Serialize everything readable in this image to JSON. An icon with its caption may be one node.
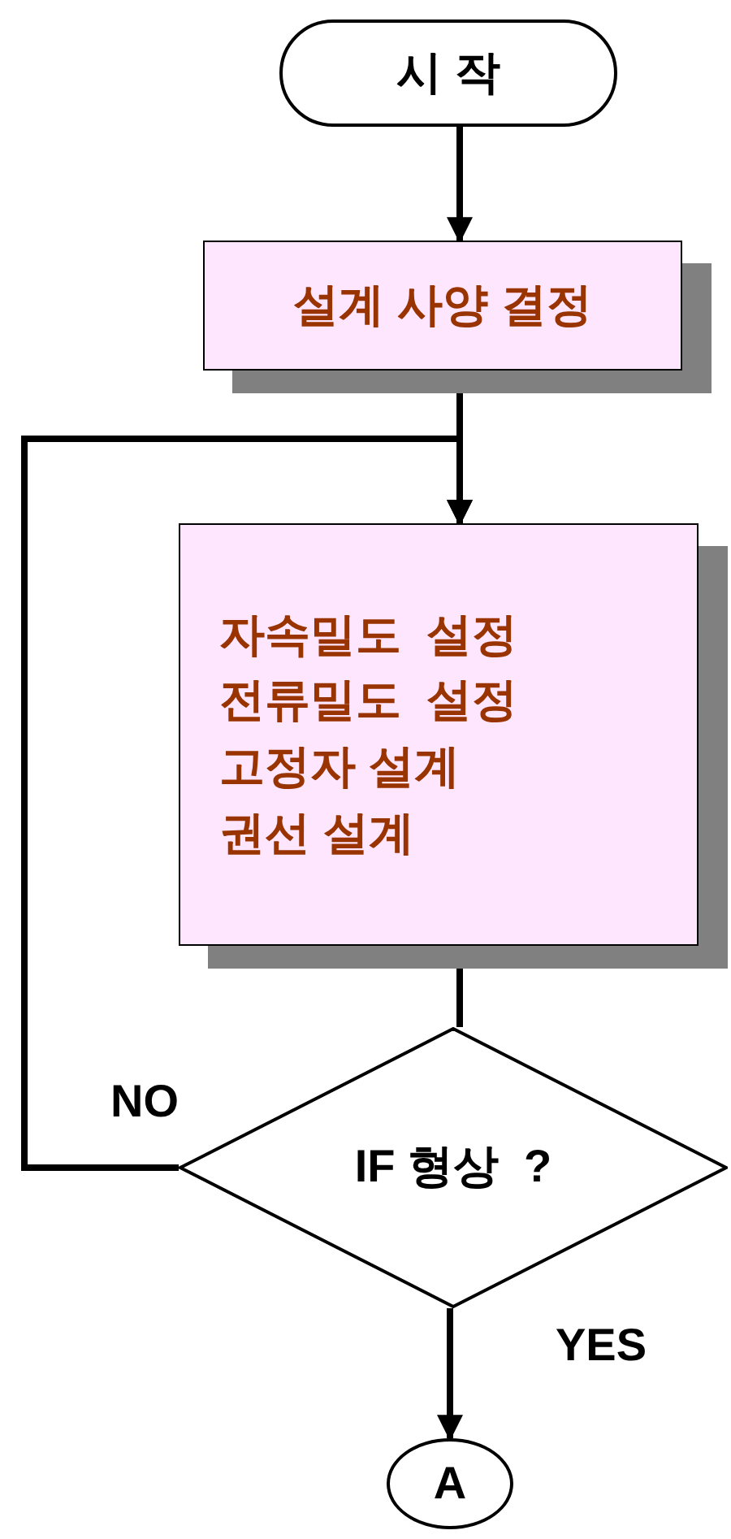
{
  "diagram": {
    "nodes": [
      {
        "text": [
          "시 작"
        ]
      },
      {
        "text": [
          "설계 사양 결정"
        ]
      },
      {
        "text": [
          "자속밀도  설정",
          "전류밀도  설정",
          "고정자 설계",
          "권선 설계"
        ]
      },
      {
        "text": [
          "IF 형상  ?"
        ]
      },
      {
        "text": [
          "A"
        ]
      }
    ],
    "edges": [
      {
        "from": 0,
        "to": 1,
        "arrow": "to"
      },
      {
        "from": 1,
        "to": 2,
        "arrow": "to"
      },
      {
        "from": 2,
        "to": 3,
        "arrow": "none"
      },
      {
        "from": 3,
        "to": 2,
        "arrow": "to",
        "label": "NO"
      },
      {
        "from": 3,
        "to": 4,
        "arrow": "to",
        "label": "YES"
      }
    ]
  }
}
